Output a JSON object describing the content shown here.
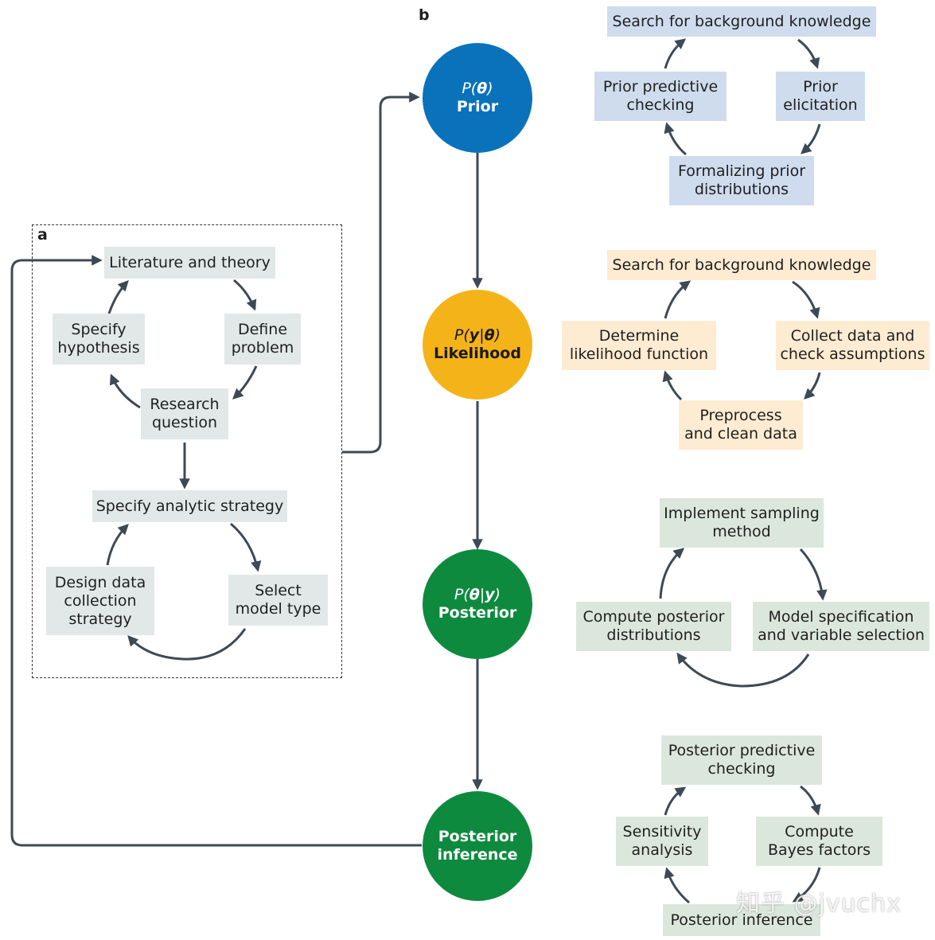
{
  "panel_a_label": "a",
  "panel_b_label": "b",
  "panel_a": {
    "literature": "Literature and theory",
    "define_problem": "Define\nproblem",
    "research_question": "Research\nquestion",
    "specify_hypothesis": "Specify\nhypothesis",
    "analytic_strategy": "Specify analytic strategy",
    "select_model": "Select\nmodel type",
    "design_data": "Design data\ncollection\nstrategy"
  },
  "circles": {
    "prior": {
      "eq_pre": "P(",
      "eq_var": "θ",
      "eq_post": ")",
      "label": "Prior",
      "color": "#0a72bb"
    },
    "likelihood": {
      "eq_pre": "P(",
      "eq_var": "y",
      "eq_mid": "|",
      "eq_var2": "θ",
      "eq_post": ")",
      "label": "Likelihood",
      "color": "#f5b31a"
    },
    "posterior": {
      "eq_pre": "P(",
      "eq_var": "θ",
      "eq_mid": "|",
      "eq_var2": "y",
      "eq_post": ")",
      "label": "Posterior",
      "color": "#0e8a3e"
    },
    "inference": {
      "label": "Posterior\ninference",
      "color": "#0e8a3e"
    }
  },
  "prior_cycle": {
    "search": "Search for background knowledge",
    "elicitation": "Prior\nelicitation",
    "formalizing": "Formalizing prior\ndistributions",
    "predictive": "Prior predictive\nchecking"
  },
  "likelihood_cycle": {
    "search": "Search for background knowledge",
    "collect": "Collect data and\ncheck assumptions",
    "preprocess": "Preprocess\nand clean data",
    "determine": "Determine\nlikelihood function"
  },
  "posterior_cycle": {
    "sampling": "Implement sampling\nmethod",
    "model_spec": "Model specification\nand variable selection",
    "compute": "Compute posterior\ndistributions"
  },
  "inference_cycle": {
    "predictive": "Posterior predictive\nchecking",
    "bayes": "Compute\nBayes factors",
    "inference": "Posterior inference",
    "sensitivity": "Sensitivity\nanalysis"
  },
  "watermark": "知乎 @jvuchx",
  "colors": {
    "arrow": "#3d4a55",
    "text": "#1f1f1f"
  }
}
